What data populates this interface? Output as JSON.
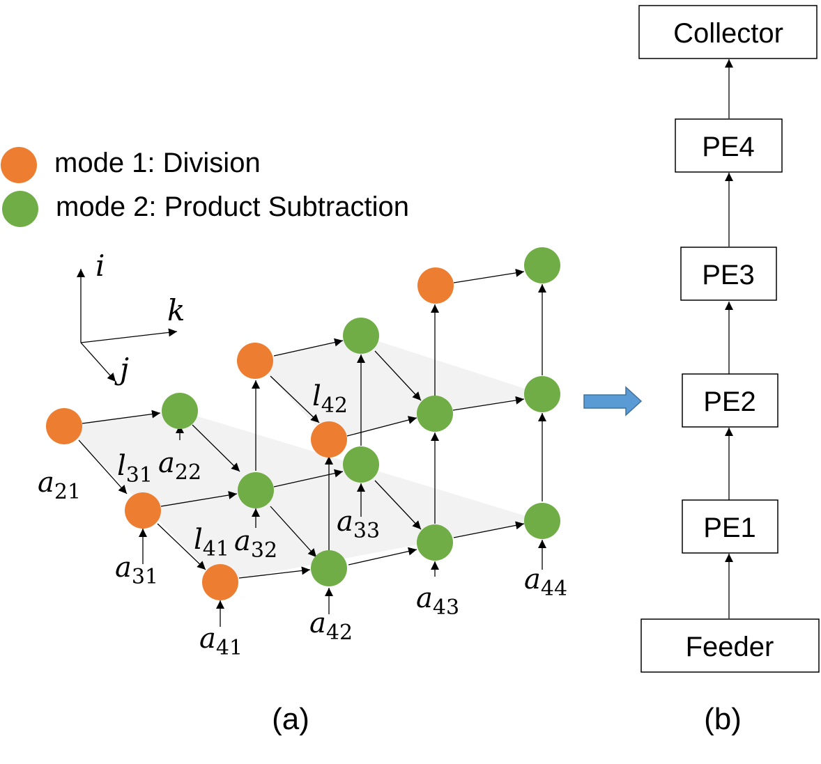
{
  "legend": {
    "mode1": {
      "label": "mode 1: Division",
      "color": "#ed7d31"
    },
    "mode2": {
      "label": "mode 2: Product Subtraction",
      "color": "#70ad47"
    }
  },
  "axes": {
    "i": "i",
    "k": "k",
    "j": "j"
  },
  "labels": {
    "a21": {
      "base": "a",
      "sub": "21"
    },
    "a22": {
      "base": "a",
      "sub": "22"
    },
    "a31": {
      "base": "a",
      "sub": "31"
    },
    "a32": {
      "base": "a",
      "sub": "32"
    },
    "a33": {
      "base": "a",
      "sub": "33"
    },
    "a41": {
      "base": "a",
      "sub": "41"
    },
    "a42": {
      "base": "a",
      "sub": "42"
    },
    "a43": {
      "base": "a",
      "sub": "43"
    },
    "a44": {
      "base": "a",
      "sub": "44"
    },
    "l31": {
      "base": "l",
      "sub": "31"
    },
    "l41": {
      "base": "l",
      "sub": "41"
    },
    "l42": {
      "base": "l",
      "sub": "42"
    }
  },
  "pipeline": {
    "collector": "Collector",
    "pe4": "PE4",
    "pe3": "PE3",
    "pe2": "PE2",
    "pe1": "PE1",
    "feeder": "Feeder"
  },
  "captions": {
    "a": "(a)",
    "b": "(b)"
  },
  "colors": {
    "arrow_block": "#5b9bd5",
    "plane_fill": "#f2f2f2"
  }
}
